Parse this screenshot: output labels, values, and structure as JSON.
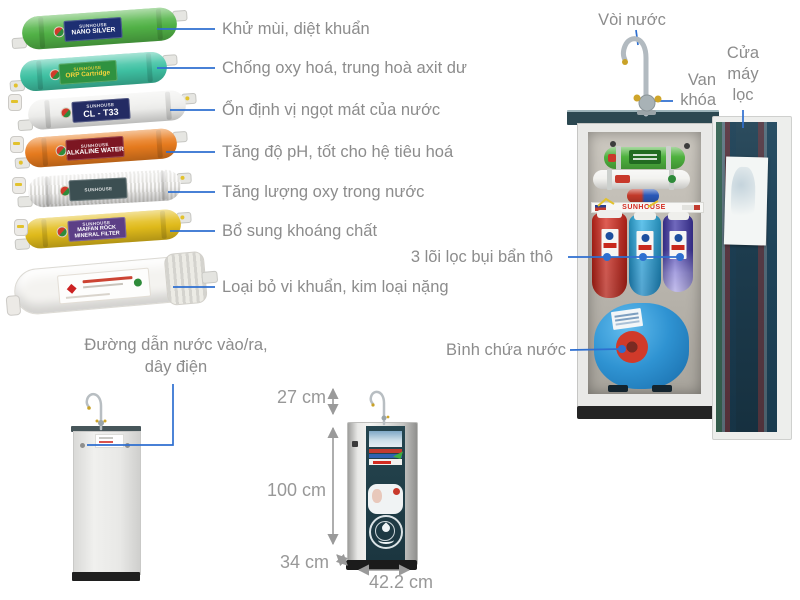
{
  "brand": "SUNHOUSE",
  "colors": {
    "leader_line": "#2e6fd0",
    "label_text": "#8c8c8c",
    "dimension_text": "#989898",
    "tank_blue": "#2f93d2",
    "door_interior": "#1e3e4e"
  },
  "filters": [
    {
      "label": "Khử mùi, diệt khuẩn",
      "tag": "NANO SILVER",
      "body_color": "#52b447",
      "tag_bg": "#1d2f72",
      "tag_color": "#ffffff"
    },
    {
      "label": "Chống oxy hoá, trung hoà axit dư",
      "tag": "ORP Cartridge",
      "body_color": "#3fc3a4",
      "tag_bg": "#2f9240",
      "tag_color": "#f8d53c"
    },
    {
      "label": "Ổn định vị ngọt mát của nước",
      "tag": "CL - T33",
      "body_color": "#f0f0ee",
      "tag_bg": "#232b63",
      "tag_color": "#ffffff"
    },
    {
      "label": "Tăng độ pH, tốt cho hệ tiêu hoá",
      "tag": "ALKALINE WATER",
      "body_color": "#e97c1e",
      "tag_bg": "#7c1622",
      "tag_color": "#ffffff"
    },
    {
      "label": "Tăng lượng oxy trong nước",
      "tag": "",
      "body_color": "#e9e8e4",
      "tag_bg": "#3c4f52",
      "tag_color": "#ffffff"
    },
    {
      "label": "Bổ sung khoáng chất",
      "tag": "MAIFAN ROCK\nMINERAL FILTER",
      "body_color": "#e3bd1b",
      "tag_bg": "#5c3f86",
      "tag_color": "#ffffff"
    },
    {
      "label": "Loại bỏ vi khuẩn, kim loại nặng",
      "tag": "",
      "body_color": "#f4f3f0",
      "tag_bg": "#ffffff",
      "tag_color": "#cc2222"
    }
  ],
  "callouts": {
    "faucet": "Vòi nước",
    "valve": "Van\nkhóa",
    "door": "Cửa\nmáy\nlọc",
    "coarse_filters": "3 lõi lọc bụi bẩn thô",
    "tank": "Bình chứa nước",
    "back_inlet": "Đường dẫn nước vào/ra,\ndây điện"
  },
  "dimensions": {
    "faucet_height": "27 cm",
    "body_height": "100 cm",
    "depth": "34 cm",
    "width": "42.2 cm"
  },
  "cabinet": {
    "shelf_brand": "SUNHOUSE"
  }
}
